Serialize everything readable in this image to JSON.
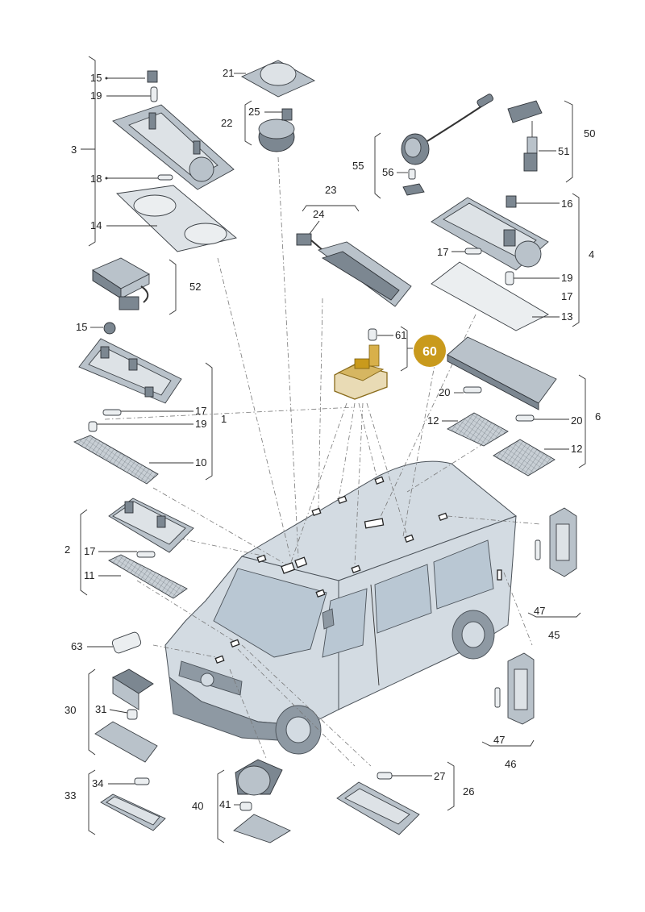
{
  "highlight": {
    "label": "60",
    "color": "#c99a1c"
  },
  "callouts": [
    {
      "id": "c15a",
      "text": "15"
    },
    {
      "id": "c19a",
      "text": "19"
    },
    {
      "id": "c3",
      "text": "3"
    },
    {
      "id": "c18",
      "text": "18"
    },
    {
      "id": "c14",
      "text": "14"
    },
    {
      "id": "c21",
      "text": "21"
    },
    {
      "id": "c25",
      "text": "25"
    },
    {
      "id": "c22",
      "text": "22"
    },
    {
      "id": "c50",
      "text": "50"
    },
    {
      "id": "c51",
      "text": "51"
    },
    {
      "id": "c55",
      "text": "55"
    },
    {
      "id": "c56",
      "text": "56"
    },
    {
      "id": "c23",
      "text": "23"
    },
    {
      "id": "c24",
      "text": "24"
    },
    {
      "id": "c16",
      "text": "16"
    },
    {
      "id": "c17a",
      "text": "17"
    },
    {
      "id": "c4",
      "text": "4"
    },
    {
      "id": "c19b",
      "text": "19"
    },
    {
      "id": "c17b",
      "text": "17"
    },
    {
      "id": "c13",
      "text": "13"
    },
    {
      "id": "c52",
      "text": "52"
    },
    {
      "id": "c15b",
      "text": "15"
    },
    {
      "id": "c61",
      "text": "61"
    },
    {
      "id": "c17c",
      "text": "17"
    },
    {
      "id": "c19c",
      "text": "19"
    },
    {
      "id": "c1",
      "text": "1"
    },
    {
      "id": "c10",
      "text": "10"
    },
    {
      "id": "c20a",
      "text": "20"
    },
    {
      "id": "c12a",
      "text": "12"
    },
    {
      "id": "c20b",
      "text": "20"
    },
    {
      "id": "c6",
      "text": "6"
    },
    {
      "id": "c12b",
      "text": "12"
    },
    {
      "id": "c2",
      "text": "2"
    },
    {
      "id": "c17d",
      "text": "17"
    },
    {
      "id": "c11",
      "text": "11"
    },
    {
      "id": "c47a",
      "text": "47"
    },
    {
      "id": "c45",
      "text": "45"
    },
    {
      "id": "c63",
      "text": "63"
    },
    {
      "id": "c30",
      "text": "30"
    },
    {
      "id": "c31",
      "text": "31"
    },
    {
      "id": "c47b",
      "text": "47"
    },
    {
      "id": "c46",
      "text": "46"
    },
    {
      "id": "c27",
      "text": "27"
    },
    {
      "id": "c26",
      "text": "26"
    },
    {
      "id": "c34",
      "text": "34"
    },
    {
      "id": "c33",
      "text": "33"
    },
    {
      "id": "c40",
      "text": "40"
    },
    {
      "id": "c41",
      "text": "41"
    }
  ]
}
